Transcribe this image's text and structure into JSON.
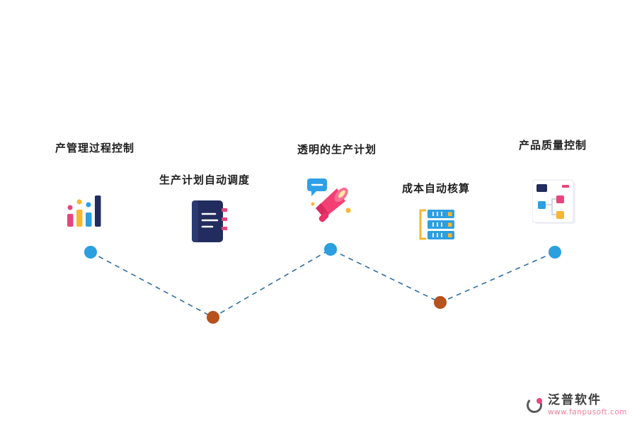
{
  "diagram": {
    "items": [
      {
        "label": "产管理过程控制",
        "icon": "bar-chart-icon",
        "dot_color": "#2b9fdf"
      },
      {
        "label": "生产计划自动调度",
        "icon": "notebook-icon",
        "dot_color": "#b5521d"
      },
      {
        "label": "透明的生产计划",
        "icon": "megaphone-icon",
        "dot_color": "#2b9fdf"
      },
      {
        "label": "成本自动核算",
        "icon": "server-icon",
        "dot_color": "#b5521d"
      },
      {
        "label": "产品质量控制",
        "icon": "kanban-icon",
        "dot_color": "#2b9fdf"
      }
    ],
    "connector": {
      "color": "#2e6da4",
      "dash": "7 6"
    },
    "palette": {
      "pink": "#e8457c",
      "yellow": "#f7b731",
      "blue": "#2d9fe0",
      "navy": "#232c5e"
    }
  },
  "watermark": {
    "brand": "泛普软件",
    "url": "www.fanpusoft.com",
    "brand_color": "#3d3d3d",
    "url_color": "#f07e9b"
  }
}
